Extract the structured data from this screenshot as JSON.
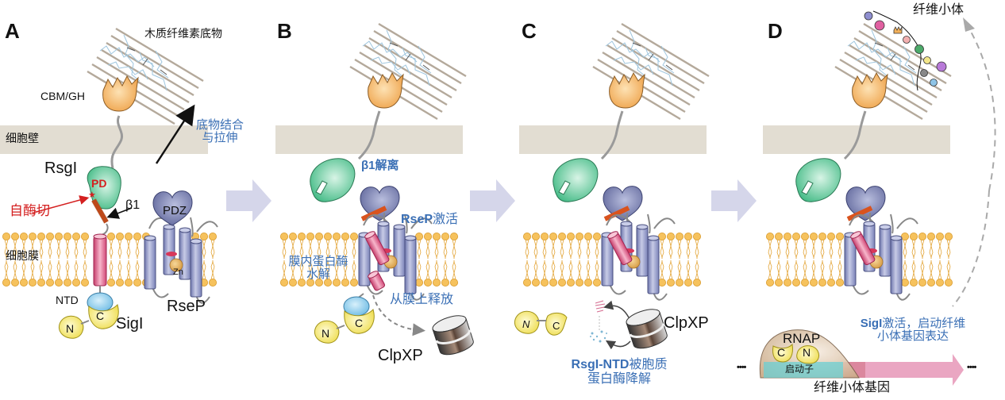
{
  "colors": {
    "cell_wall": "#e2ddd2",
    "lipid_head": "#f3b94a",
    "lipid_tail": "#e6a93a",
    "panel_arrow": "#d5d6ea",
    "cbm": "#f0a94a",
    "rsgl_pd": "#5fc59a",
    "beta1": "#d9531e",
    "rsep": "#8f97c6",
    "rsep_dark": "#5d6499",
    "rsgl_tm": "#e2628a",
    "ntd": "#7ec6ea",
    "sigl": "#f2e76a",
    "text_blue": "#3a6fb5",
    "text_red": "#d42020",
    "promoter": "#6fd0d4",
    "gene_arrow": "#eaa6c2",
    "rnap": "#dcc3a6"
  },
  "panels": [
    {
      "letter": "A",
      "labels": {
        "substrate": "木质纤维素底物",
        "cbm_gh": "CBM/GH",
        "cell_wall": "细胞壁",
        "rsgl": "RsgI",
        "pd": "PD",
        "beta1": "β1",
        "autocleave": "自酶切",
        "pdz": "PDZ",
        "membrane": "细胞膜",
        "zn": "Zn",
        "ntd": "NTD",
        "n": "N",
        "c": "C",
        "sigl": "SigI",
        "rsep": "RseP",
        "binding_line1": "底物结合",
        "binding_line2": "与拉伸"
      }
    },
    {
      "letter": "B",
      "labels": {
        "beta1_dissociate": "β1解离",
        "rsep_activate_bold": "RseP",
        "rsep_activate_rest": "激活",
        "intramembrane_line1": "膜内蛋白酶",
        "intramembrane_line2": "水解",
        "release": "从膜上释放",
        "n": "N",
        "c": "C",
        "clpxp": "ClpXP"
      }
    },
    {
      "letter": "C",
      "labels": {
        "n": "N",
        "c": "C",
        "clpxp": "ClpXP",
        "degrade_bold": "RsgI-NTD",
        "degrade_rest": "被胞质",
        "degrade_line2": "蛋白酶降解"
      }
    },
    {
      "letter": "D",
      "labels": {
        "cellulosome": "纤维小体",
        "rnap": "RNAP",
        "c": "C",
        "n": "N",
        "promoter": "启动子",
        "gene": "纤维小体基因",
        "activate_bold": "SigI",
        "activate_rest": "激活，启动纤维",
        "activate_line2": "小体基因表达",
        "dots": "••••"
      }
    }
  ]
}
